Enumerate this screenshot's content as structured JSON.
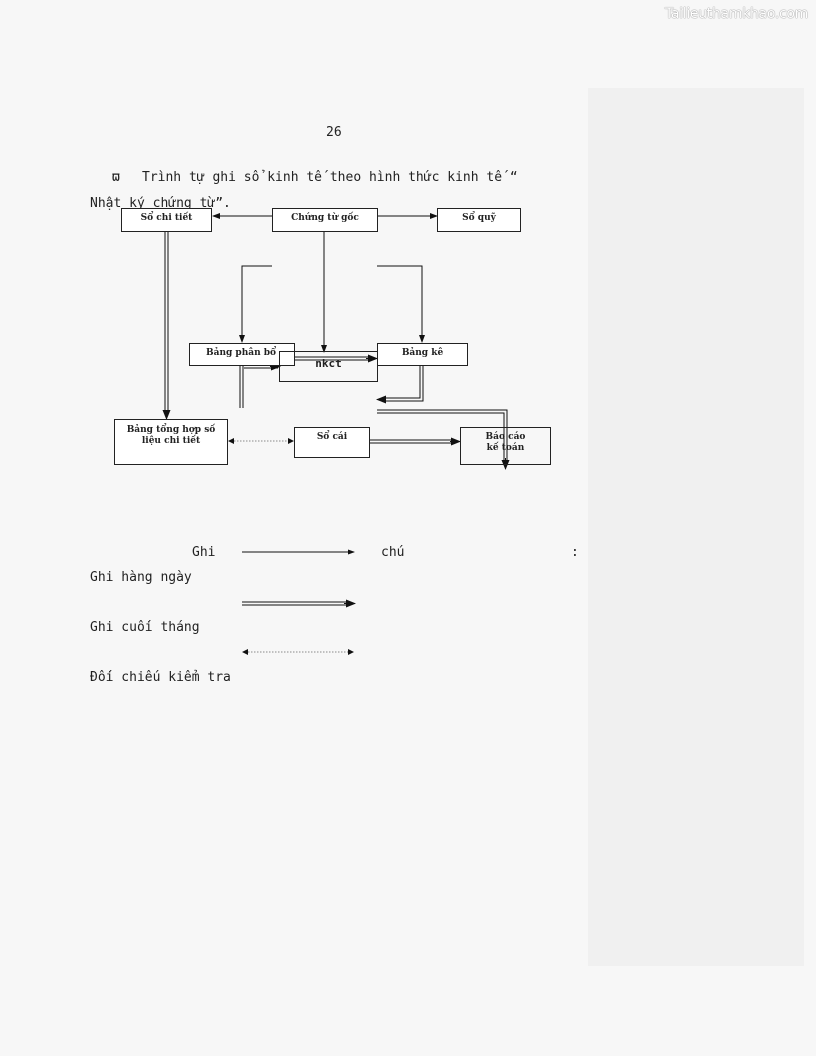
{
  "watermark": "Tailieuthamkhao.com",
  "page_number": "26",
  "heading": {
    "bullet": "ϖ",
    "line1": "Trình tự ghi sổ kinh tế theo hình thức kinh tế “",
    "line2": "Nhật ký chứng từ”."
  },
  "diagram": {
    "so_chi_tiet": "Sổ chi tiết",
    "chung_tu_goc": "Chứng từ gốc",
    "so_quy": "Sổ quỹ",
    "bang_phan_bo": "Bảng phân bổ",
    "nkct": "nkct",
    "bang_ke": "Bảng kê",
    "bang_tong_hop_line1": "Bảng tổng hợp số",
    "bang_tong_hop_line2": "liệu chi tiết",
    "so_cai": "Sổ cái",
    "bao_cao_line1": "Báo cáo",
    "bao_cao_line2": "kế toán"
  },
  "legend": {
    "ghi": "Ghi",
    "chu": "chú",
    "colon": ":",
    "daily": "Ghi hàng ngày",
    "month_end": "Ghi cuối tháng",
    "reconcile": "Đối chiếu kiểm tra"
  }
}
